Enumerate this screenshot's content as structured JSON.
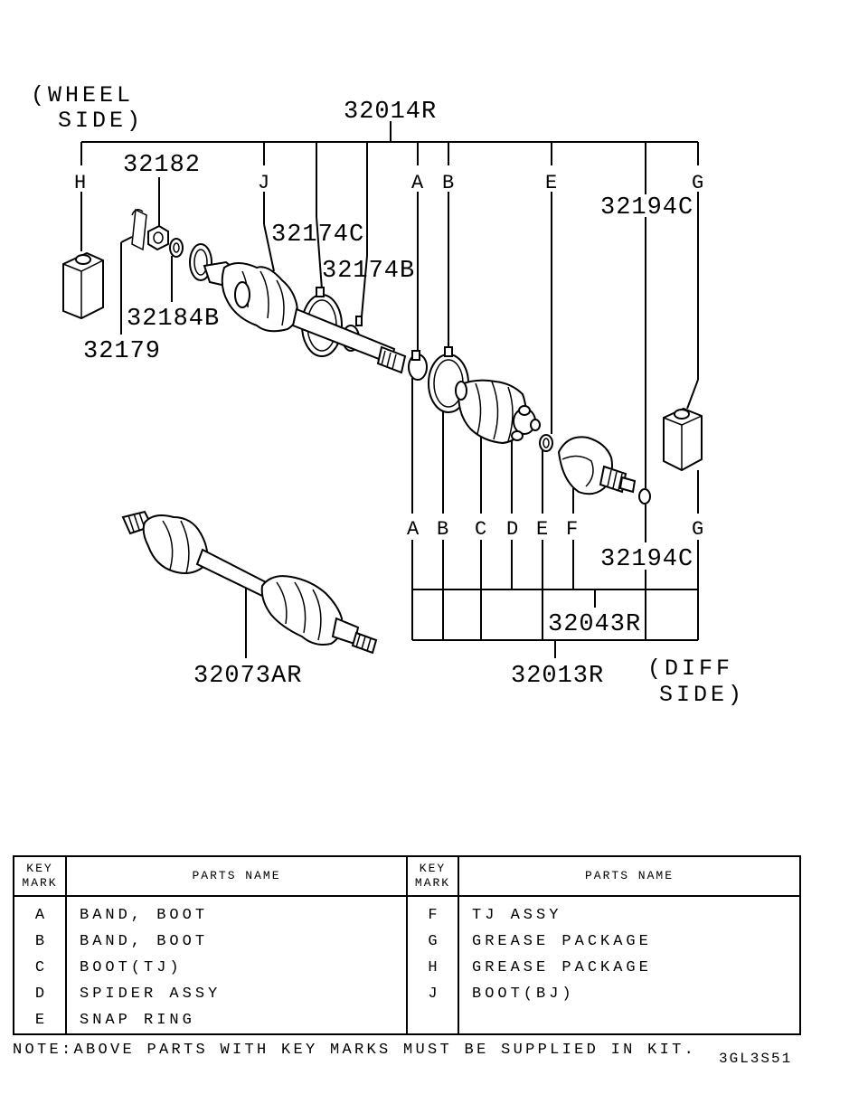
{
  "diagram": {
    "wheel_side": [
      "(WHEEL",
      "SIDE)"
    ],
    "diff_side": [
      "(DIFF",
      "SIDE)"
    ],
    "part_numbers": {
      "p32014R": "32014R",
      "p32182": "32182",
      "p32174C": "32174C",
      "p32174B": "32174B",
      "p32184B": "32184B",
      "p32179": "32179",
      "p32194C_top": "32194C",
      "p32194C_bottom": "32194C",
      "p32043R": "32043R",
      "p32013R": "32013R",
      "p32073AR": "32073AR"
    },
    "key_marks_top": [
      "H",
      "J",
      "A",
      "B",
      "E",
      "G"
    ],
    "key_marks_bottom": [
      "A",
      "B",
      "C",
      "D",
      "E",
      "F",
      "G"
    ]
  },
  "legend": {
    "header_key": [
      "KEY",
      "MARK"
    ],
    "header_parts": "PARTS NAME",
    "left": [
      {
        "mark": "A",
        "name": "BAND, BOOT"
      },
      {
        "mark": "B",
        "name": "BAND, BOOT"
      },
      {
        "mark": "C",
        "name": "BOOT(TJ)"
      },
      {
        "mark": "D",
        "name": "SPIDER ASSY"
      },
      {
        "mark": "E",
        "name": "SNAP RING"
      }
    ],
    "right": [
      {
        "mark": "F",
        "name": "TJ ASSY"
      },
      {
        "mark": "G",
        "name": "GREASE PACKAGE"
      },
      {
        "mark": "H",
        "name": "GREASE PACKAGE"
      },
      {
        "mark": "J",
        "name": "BOOT(BJ)"
      },
      {
        "mark": "",
        "name": ""
      }
    ]
  },
  "note": "NOTE:ABOVE PARTS WITH KEY MARKS MUST BE SUPPLIED IN KIT.",
  "diagram_code": "3GL3S51"
}
